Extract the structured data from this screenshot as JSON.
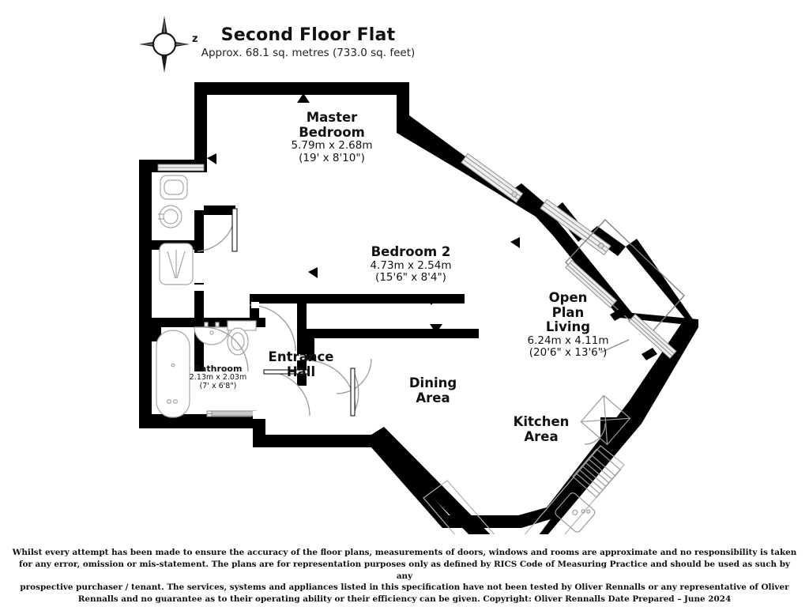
{
  "header": {
    "title": "Second Floor Flat",
    "subtitle": "Approx. 68.1 sq. metres (733.0 sq. feet)",
    "compass_letter": "z",
    "compass_icon": "compass-rose-icon"
  },
  "rooms": [
    {
      "id": "master-bedroom",
      "name": "Master\nBedroom",
      "name_line1": "Master",
      "name_line2": "Bedroom",
      "dim_metric": "5.79m x 2.68m",
      "dim_imperial": "(19' x 8'10\")"
    },
    {
      "id": "bedroom-2",
      "name": "Bedroom 2",
      "dim_metric": "4.73m x 2.54m",
      "dim_imperial": "(15'6\" x 8'4\")"
    },
    {
      "id": "open-plan-living",
      "name_line1": "Open",
      "name_line2": "Plan",
      "name_line3": "Living",
      "dim_metric": "6.24m x 4.11m",
      "dim_imperial": "(20'6\" x 13'6\")"
    },
    {
      "id": "bathroom",
      "name": "Bathroom",
      "dim_metric": "2.13m x 2.03m",
      "dim_imperial": "(7' x 6'8\")"
    },
    {
      "id": "entrance-hall",
      "name_line1": "Entrance",
      "name_line2": "Hall"
    },
    {
      "id": "dining-area",
      "name_line1": "Dining",
      "name_line2": "Area"
    },
    {
      "id": "kitchen-area",
      "name_line1": "Kitchen",
      "name_line2": "Area"
    }
  ],
  "fixtures": [
    "wc-icon",
    "basin-icon",
    "shower-tray-icon",
    "bathtub-icon",
    "bathroom-basin-icon",
    "bathroom-wc-icon",
    "hob-icon",
    "sink-icon",
    "drainer-icon",
    "counter-icon",
    "balcony-icon",
    "window-icon",
    "door-swing-icon",
    "viewpoint-arrow-icon"
  ],
  "disclaimer": {
    "line1": "Whilst every attempt has been made to ensure the accuracy of the floor plans, measurements of doors, windows and rooms are approximate and no responsibility is taken",
    "line2": "for any error, omission or mis-statement. The plans are for representation purposes only as defined by RICS Code of Measuring Practice and should be used as such by any",
    "line3": "prospective purchaser / tenant. The services, systems and appliances listed in this specification have not been tested by Oliver Rennalls or any representative of Oliver",
    "line4": "Rennalls and no guarantee as to their operating ability or their efficiency can be given. Copyright: Oliver Rennalls Date Prepared – June 2024"
  },
  "colors": {
    "wall": "#000000",
    "background": "#ffffff",
    "text": "#111111",
    "fixture_stroke": "#9a9a9a",
    "glazing": "#d8d8d8"
  }
}
